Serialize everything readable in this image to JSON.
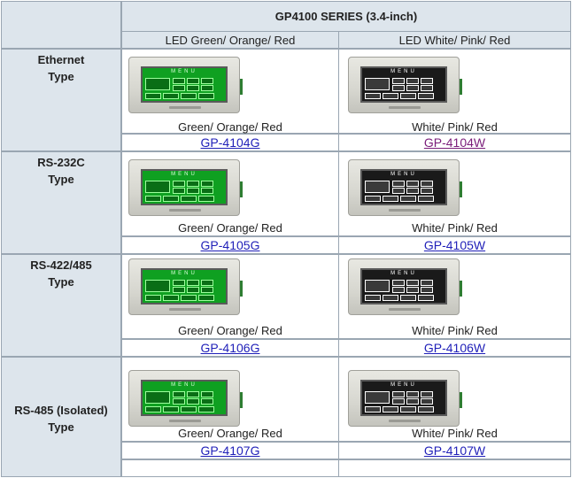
{
  "header": {
    "series_title": "GP4100 SERIES (3.4-inch)",
    "col_green": "LED Green/ Orange/ Red",
    "col_white": "LED White/ Pink/ Red"
  },
  "rows": [
    {
      "type_line1": "Ethernet",
      "type_line2": "Type",
      "green_caption": "Green/ Orange/ Red",
      "green_model": "GP-4104G",
      "white_caption": "White/ Pink/ Red",
      "white_model": "GP-4104W"
    },
    {
      "type_line1": "RS-232C",
      "type_line2": "Type",
      "green_caption": "Green/ Orange/ Red",
      "green_model": "GP-4105G",
      "white_caption": "White/ Pink/ Red",
      "white_model": "GP-4105W"
    },
    {
      "type_line1": "RS-422/485",
      "type_line2": "Type",
      "green_caption": "Green/ Orange/ Red",
      "green_model": "GP-4106G",
      "white_caption": "White/ Pink/ Red",
      "white_model": "GP-4106W"
    },
    {
      "type_line1": "RS-485 (Isolated)",
      "type_line2": "Type",
      "green_caption": "Green/ Orange/ Red",
      "green_model": "GP-4107G",
      "white_caption": "White/ Pink/ Red",
      "white_model": "GP-4107W"
    }
  ],
  "colors": {
    "header_bg": "#dde5ec",
    "link": "#1f1fb8",
    "visited_link": "#7a1d7a",
    "led_green": "#0fa021",
    "led_dark": "#1a1a1a"
  }
}
